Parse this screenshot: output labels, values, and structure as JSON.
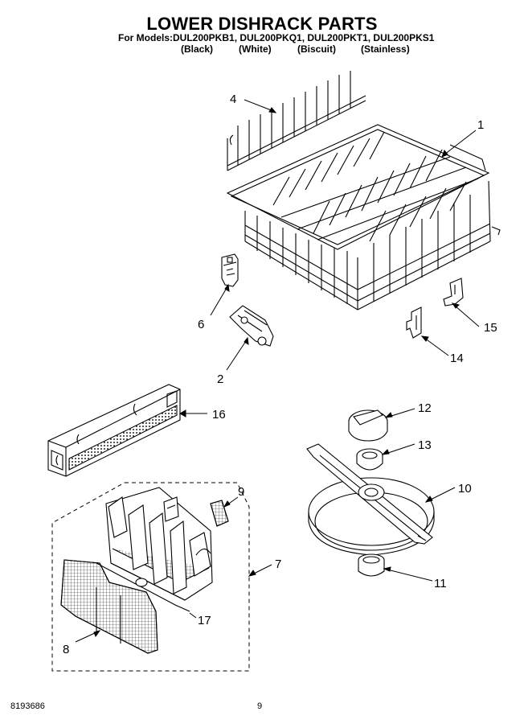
{
  "title": "LOWER DISHRACK PARTS",
  "models_line": "For Models:DUL200PKB1, DUL200PKQ1, DUL200PKT1, DUL200PKS1",
  "variants": [
    "(Black)",
    "(White)",
    "(Biscuit)",
    "(Stainless)"
  ],
  "callouts": {
    "c1": "1",
    "c2": "2",
    "c4": "4",
    "c6": "6",
    "c7": "7",
    "c8": "8",
    "c9": "9",
    "c10": "10",
    "c11": "11",
    "c12": "12",
    "c13": "13",
    "c14": "14",
    "c15": "15",
    "c16": "16",
    "c17": "17"
  },
  "footer": {
    "doc_number": "8193686",
    "page_number": "9"
  }
}
